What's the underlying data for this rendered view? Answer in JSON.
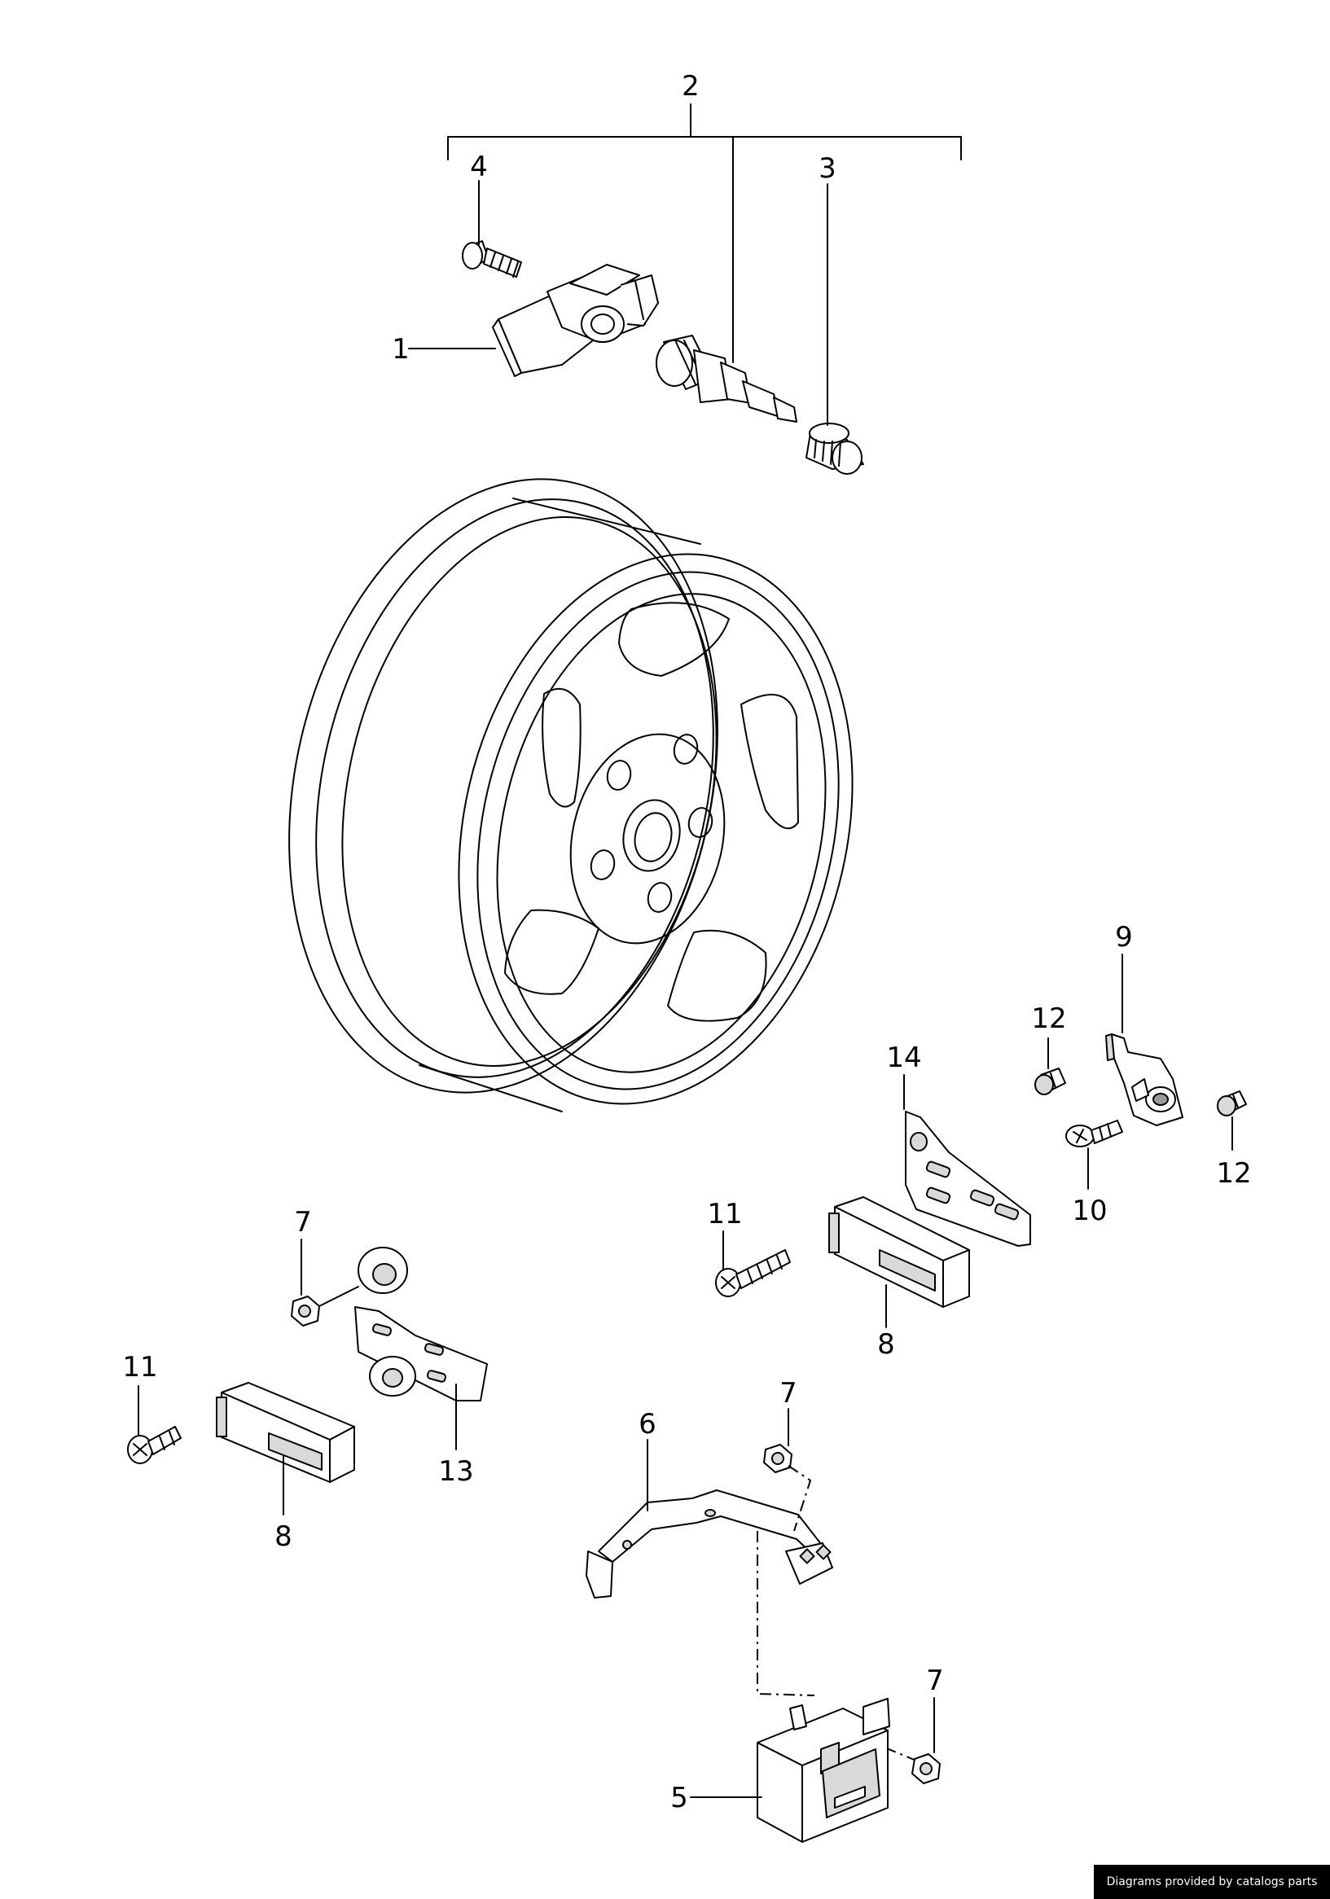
{
  "callouts": {
    "c1": "1",
    "c2": "2",
    "c3": "3",
    "c4": "4",
    "c5": "5",
    "c6": "6",
    "c7a": "7",
    "c7b": "7",
    "c7c": "7",
    "c8a": "8",
    "c8b": "8",
    "c9": "9",
    "c10": "10",
    "c11a": "11",
    "c11b": "11",
    "c12a": "12",
    "c12b": "12",
    "c13": "13",
    "c14": "14"
  },
  "footer": {
    "credit": "Diagrams provided by catalogs parts"
  }
}
